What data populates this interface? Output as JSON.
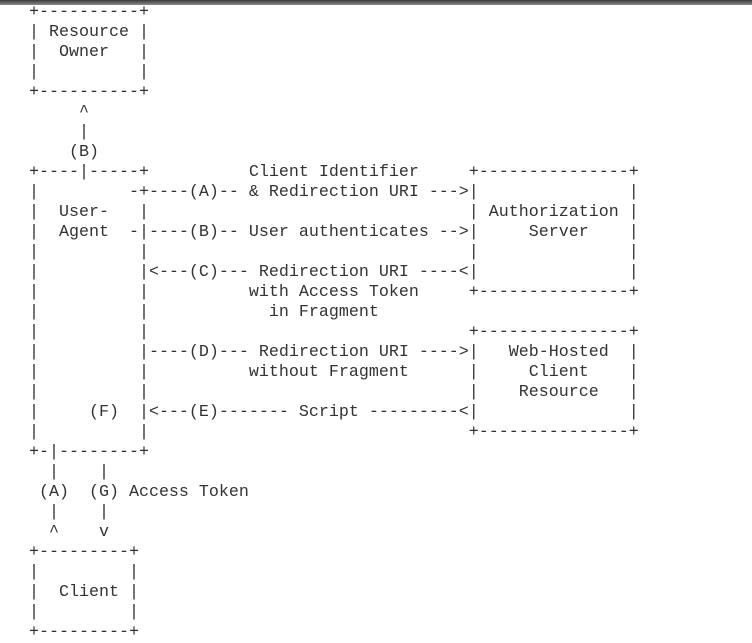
{
  "diagram": {
    "lines": [
      "+----------+",
      "| Resource |",
      "|  Owner   |",
      "|          |",
      "+----------+",
      "     ^",
      "     |",
      "    (B)",
      "+----|-----+          Client Identifier     +---------------+",
      "|         -+----(A)-- & Redirection URI --->|               |",
      "|  User-   |                                | Authorization |",
      "|  Agent  -|----(B)-- User authenticates -->|     Server    |",
      "|          |                                |               |",
      "|          |<---(C)--- Redirection URI ----<|               |",
      "|          |          with Access Token     +---------------+",
      "|          |            in Fragment",
      "|          |                                +---------------+",
      "|          |----(D)--- Redirection URI ---->|   Web-Hosted  |",
      "|          |          without Fragment      |     Client    |",
      "|          |                                |    Resource   |",
      "|     (F)  |<---(E)------- Script ---------<|               |",
      "|          |                                +---------------+",
      "+-|--------+",
      "  |    |",
      " (A)  (G) Access Token",
      "  |    |",
      "  ^    v",
      "+---------+",
      "|         |",
      "|  Client |",
      "|         |",
      "+---------+"
    ]
  }
}
